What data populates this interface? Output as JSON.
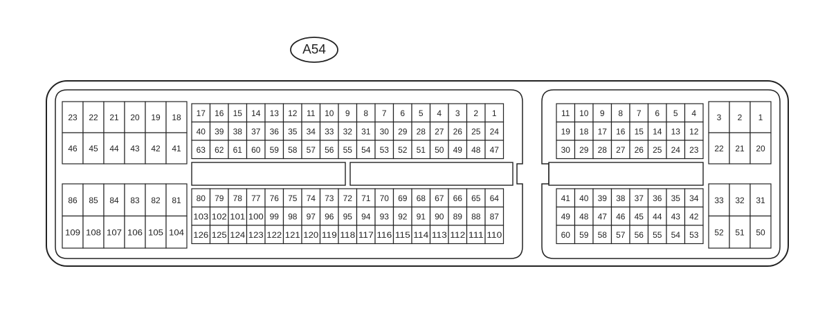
{
  "connector": {
    "label": "A54",
    "left_block": {
      "group_a": [
        [
          "23",
          "22",
          "21",
          "20",
          "19",
          "18"
        ],
        [
          "46",
          "45",
          "44",
          "43",
          "42",
          "41"
        ]
      ],
      "group_b": [
        [
          "17",
          "16",
          "15",
          "14",
          "13",
          "12",
          "11",
          "10",
          "9",
          "8",
          "7",
          "6",
          "5",
          "4",
          "3",
          "2",
          "1"
        ],
        [
          "40",
          "39",
          "38",
          "37",
          "36",
          "35",
          "34",
          "33",
          "32",
          "31",
          "30",
          "29",
          "28",
          "27",
          "26",
          "25",
          "24"
        ],
        [
          "63",
          "62",
          "61",
          "60",
          "59",
          "58",
          "57",
          "56",
          "55",
          "54",
          "53",
          "52",
          "51",
          "50",
          "49",
          "48",
          "47"
        ]
      ],
      "group_c": [
        [
          "86",
          "85",
          "84",
          "83",
          "82",
          "81"
        ],
        [
          "109",
          "108",
          "107",
          "106",
          "105",
          "104"
        ]
      ],
      "group_d": [
        [
          "80",
          "79",
          "78",
          "77",
          "76",
          "75",
          "74",
          "73",
          "72",
          "71",
          "70",
          "69",
          "68",
          "67",
          "66",
          "65",
          "64"
        ],
        [
          "103",
          "102",
          "101",
          "100",
          "99",
          "98",
          "97",
          "96",
          "95",
          "94",
          "93",
          "92",
          "91",
          "90",
          "89",
          "88",
          "87"
        ],
        [
          "126",
          "125",
          "124",
          "123",
          "122",
          "121",
          "120",
          "119",
          "118",
          "117",
          "116",
          "115",
          "114",
          "113",
          "112",
          "111",
          "110"
        ]
      ]
    },
    "right_block": {
      "group_e": [
        [
          "11",
          "10",
          "9",
          "8",
          "7",
          "6",
          "5",
          "4"
        ],
        [
          "19",
          "18",
          "17",
          "16",
          "15",
          "14",
          "13",
          "12"
        ],
        [
          "30",
          "29",
          "28",
          "27",
          "26",
          "25",
          "24",
          "23"
        ]
      ],
      "group_f": [
        [
          "3",
          "2",
          "1"
        ],
        [
          "22",
          "21",
          "20"
        ]
      ],
      "group_g": [
        [
          "41",
          "40",
          "39",
          "38",
          "37",
          "36",
          "35",
          "34"
        ],
        [
          "49",
          "48",
          "47",
          "46",
          "45",
          "44",
          "43",
          "42"
        ],
        [
          "60",
          "59",
          "58",
          "57",
          "56",
          "55",
          "54",
          "53"
        ]
      ],
      "group_h": [
        [
          "33",
          "32",
          "31"
        ],
        [
          "52",
          "51",
          "50"
        ]
      ]
    }
  }
}
